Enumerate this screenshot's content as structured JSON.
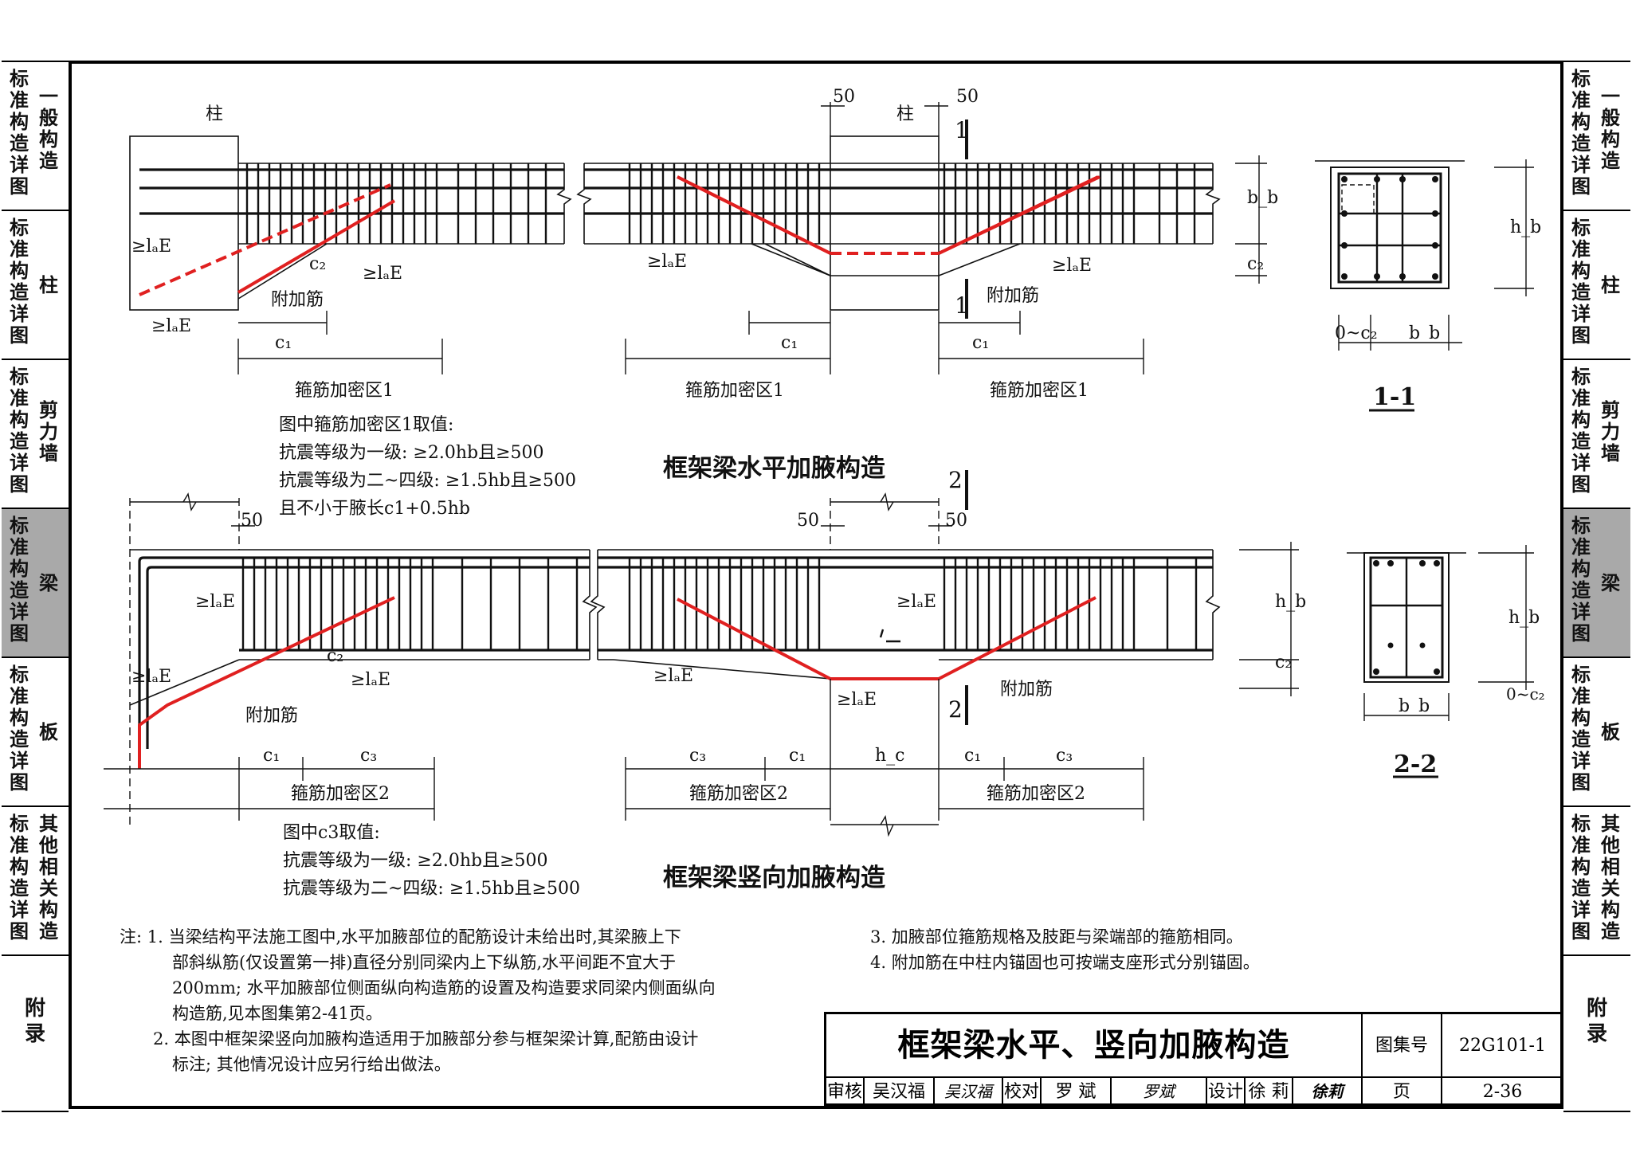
{
  "side_tabs": [
    {
      "col_a": "标准构造详图",
      "col_b": "一般构造",
      "active": false
    },
    {
      "col_a": "标准构造详图",
      "col_b": "柱",
      "active": false
    },
    {
      "col_a": "标准构造详图",
      "col_b": "剪力墙",
      "active": false
    },
    {
      "col_a": "标准构造详图",
      "col_b": "梁",
      "active": true
    },
    {
      "col_a": "标准构造详图",
      "col_b": "板",
      "active": false
    },
    {
      "col_a": "标准构造详图",
      "col_b": "其他相关构造",
      "active": false
    },
    {
      "col_a": "",
      "col_b": "附录",
      "active": false
    }
  ],
  "top_diagram": {
    "title": "框架梁水平加腋构造",
    "column_label": "柱",
    "dim_50": "50",
    "section_mark": "1",
    "lae": "≥lₐE",
    "c1": "c₁",
    "c2": "c₂",
    "bb": "b_b",
    "extra_bar": "附加筋",
    "zone": "箍筋加密区1",
    "note_lines": [
      "图中箍筋加密区1取值:",
      "抗震等级为一级: ≥2.0hb且≥500",
      "抗震等级为二~四级: ≥1.5hb且≥500",
      "且不小于腋长c1+0.5hb"
    ]
  },
  "section_1": {
    "title": "1-1",
    "hb": "h_b",
    "range": "0~c₂",
    "bb": "b_b"
  },
  "bottom_diagram": {
    "title": "框架梁竖向加腋构造",
    "dim_50": "50",
    "section_mark": "2",
    "lae": "≥lₐE",
    "c1": "c₁",
    "c2": "c₂",
    "c3": "c₃",
    "hc": "h_c",
    "hb": "h_b",
    "extra_bar": "附加筋",
    "zone": "箍筋加密区2",
    "note_lines": [
      "图中c3取值:",
      "抗震等级为一级: ≥2.0hb且≥500",
      "抗震等级为二~四级: ≥1.5hb且≥500"
    ]
  },
  "section_2": {
    "title": "2-2",
    "hb": "h_b",
    "range": "0~c₂",
    "bb": "b_b"
  },
  "notes_left": [
    "注: 1. 当梁结构平法施工图中,水平加腋部位的配筋设计未给出时,其梁腋上下",
    "部斜纵筋(仅设置第一排)直径分别同梁内上下纵筋,水平间距不宜大于",
    "200mm; 水平加腋部位侧面纵向构造筋的设置及构造要求同梁内侧面纵向",
    "构造筋,见本图集第2-41页。",
    "2. 本图中框架梁竖向加腋构造适用于加腋部分参与框架梁计算,配筋由设计",
    "标注; 其他情况设计应另行给出做法。"
  ],
  "notes_right": [
    "3. 加腋部位箍筋规格及肢距与梁端部的箍筋相同。",
    "4. 附加筋在中柱内锚固也可按端支座形式分别锚固。"
  ],
  "title_block": {
    "title": "框架梁水平、竖向加腋构造",
    "atlas_label": "图集号",
    "atlas_no": "22G101-1",
    "page_label": "页",
    "page_no": "2-36",
    "review_label": "审核",
    "reviewer": "吴汉福",
    "reviewer_sig": "吴汉福",
    "check_label": "校对",
    "checker": "罗 斌",
    "checker_sig": "罗斌",
    "design_label": "设计",
    "designer": "徐 莉",
    "designer_sig": "徐莉"
  },
  "colors": {
    "line": "#111111",
    "red": "#e02020",
    "active_tab": "#a9a9a9"
  }
}
